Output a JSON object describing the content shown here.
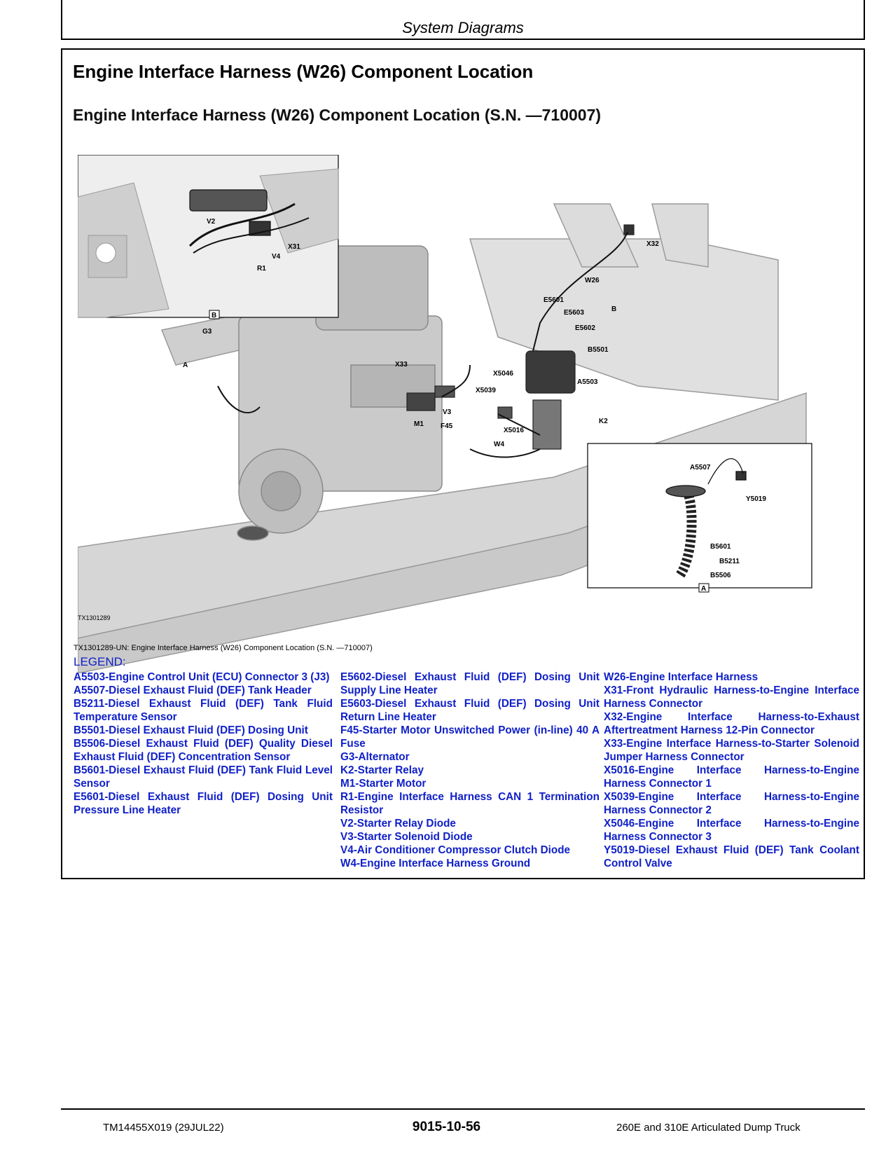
{
  "header": {
    "section": "System Diagrams"
  },
  "title": "Engine Interface Harness (W26) Component Location",
  "subtitle": "Engine Interface Harness (W26) Component Location (S.N. —710007)",
  "figure": {
    "id": "TX1301289",
    "caption": "TX1301289-UN: Engine Interface Harness (W26) Component Location (S.N. —710007)",
    "labels": {
      "v2": "V2",
      "x31": "X31",
      "v4": "V4",
      "r1": "R1",
      "b": "B",
      "g3": "G3",
      "a": "A",
      "x32": "X32",
      "w26": "W26",
      "e5601": "E5601",
      "e5603": "E5603",
      "e5602": "E5602",
      "b5501": "B5501",
      "x33": "X33",
      "x5046": "X5046",
      "x5039": "X5039",
      "a5503": "A5503",
      "v3": "V3",
      "m1": "M1",
      "f45": "F45",
      "x5016": "X5016",
      "k2": "K2",
      "w4": "W4",
      "a5507": "A5507",
      "y5019": "Y5019",
      "b5601": "B5601",
      "b5211": "B5211",
      "b5506": "B5506"
    }
  },
  "legend": {
    "title": "LEGEND:",
    "col1": [
      "A5503-Engine Control Unit (ECU) Connector 3 (J3)",
      "A5507-Diesel Exhaust Fluid (DEF) Tank Header",
      "B5211-Diesel Exhaust Fluid (DEF) Tank Fluid Temperature Sensor",
      "B5501-Diesel Exhaust Fluid (DEF) Dosing Unit",
      "B5506-Diesel Exhaust Fluid (DEF) Quality Diesel Exhaust Fluid (DEF) Concentration Sensor",
      "B5601-Diesel Exhaust Fluid (DEF) Tank Fluid Level Sensor",
      "E5601-Diesel Exhaust Fluid (DEF) Dosing Unit Pressure Line Heater"
    ],
    "col2": [
      "E5602-Diesel Exhaust Fluid (DEF) Dosing Unit Supply Line Heater",
      "E5603-Diesel Exhaust Fluid (DEF) Dosing Unit Return Line Heater",
      "F45-Starter Motor Unswitched Power (in-line) 40 A Fuse",
      "G3-Alternator",
      "K2-Starter Relay",
      "M1-Starter Motor",
      "R1-Engine Interface Harness CAN 1 Termination Resistor",
      "V2-Starter Relay Diode",
      "V3-Starter Solenoid Diode",
      "V4-Air Conditioner Compressor Clutch Diode",
      "W4-Engine Interface Harness Ground"
    ],
    "col3": [
      "W26-Engine Interface Harness",
      "X31-Front Hydraulic Harness-to-Engine Interface Harness Connector",
      "X32-Engine Interface Harness-to-Exhaust Aftertreatment Harness 12-Pin Connector",
      "X33-Engine Interface Harness-to-Starter Solenoid Jumper Harness Connector",
      "X5016-Engine Interface Harness-to-Engine Harness Connector 1",
      "X5039-Engine Interface Harness-to-Engine Harness Connector 2",
      "X5046-Engine Interface Harness-to-Engine Harness Connector 3",
      "Y5019-Diesel Exhaust Fluid (DEF) Tank Coolant Control Valve"
    ]
  },
  "footer": {
    "doc": "TM14455X019 (29JUL22)",
    "page": "9015-10-56",
    "product": "260E and 310E Articulated Dump Truck"
  }
}
